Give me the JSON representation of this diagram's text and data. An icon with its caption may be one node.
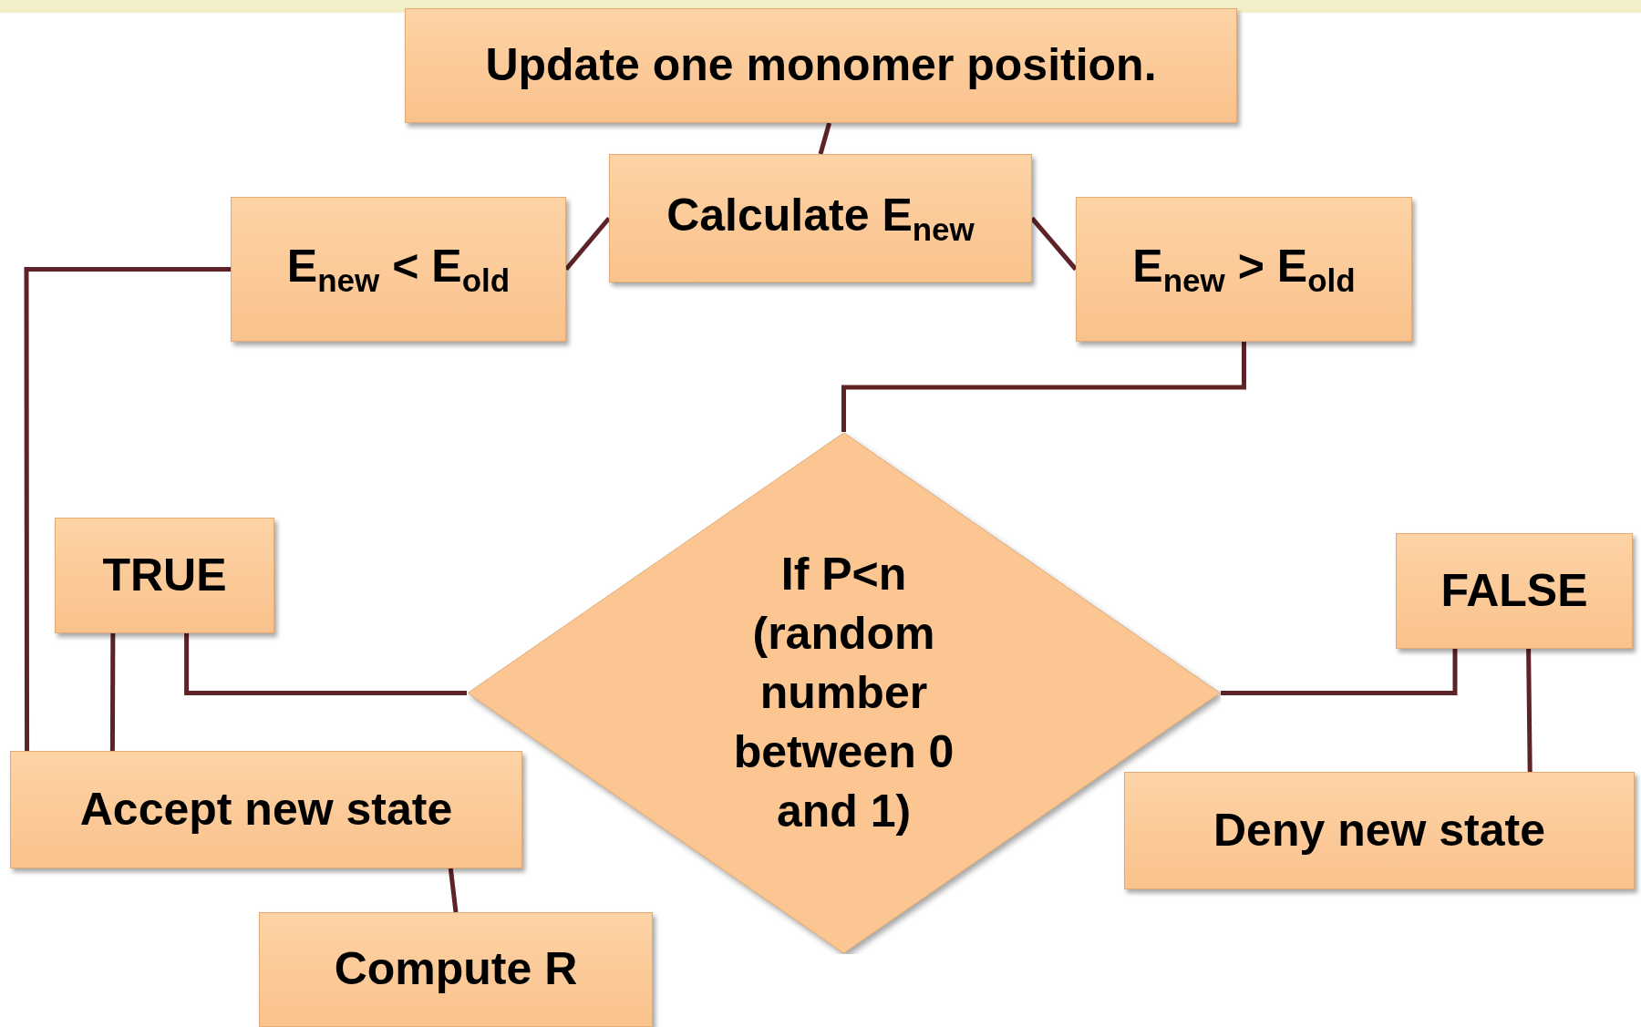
{
  "diagram": {
    "nodes": [
      {
        "text": [
          "Update one monomer position."
        ]
      },
      {
        "text": [
          "Calculate E$_{new}$"
        ]
      },
      {
        "text": [
          "E$_{new}$ < E$_{old}$"
        ]
      },
      {
        "text": [
          "E$_{new}$ > E$_{old}$"
        ]
      },
      {
        "text": [
          "If P<n (random number between 0 and 1)"
        ]
      },
      {
        "text": [
          "TRUE"
        ]
      },
      {
        "text": [
          "FALSE"
        ]
      },
      {
        "text": [
          "Accept new state"
        ]
      },
      {
        "text": [
          "Deny new state"
        ]
      },
      {
        "text": [
          "Compute R"
        ]
      }
    ],
    "edges": [
      {
        "from": 0,
        "to": 1,
        "arrow": "none"
      },
      {
        "from": 1,
        "to": 2,
        "arrow": "none"
      },
      {
        "from": 1,
        "to": 3,
        "arrow": "none"
      },
      {
        "from": 2,
        "to": 7,
        "arrow": "none"
      },
      {
        "from": 3,
        "to": 4,
        "arrow": "none"
      },
      {
        "from": 4,
        "to": 5,
        "arrow": "none"
      },
      {
        "from": 5,
        "to": 7,
        "arrow": "none"
      },
      {
        "from": 4,
        "to": 6,
        "arrow": "none"
      },
      {
        "from": 6,
        "to": 8,
        "arrow": "none"
      },
      {
        "from": 7,
        "to": 9,
        "arrow": "none"
      }
    ]
  }
}
